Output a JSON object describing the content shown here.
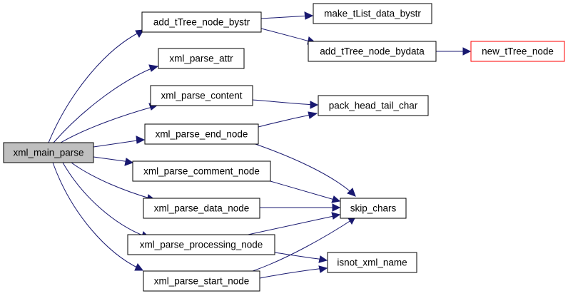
{
  "diagram": {
    "colors": {
      "edge": "#191970",
      "root_fill": "#bfbfbf",
      "node_border": "#000000",
      "external_border": "#ff0000"
    },
    "nodes": {
      "xml_main_parse": "xml_main_parse",
      "add_tTree_node_bystr": "add_tTree_node_bystr",
      "make_tList_data_bystr": "make_tList_data_bystr",
      "add_tTree_node_bydata": "add_tTree_node_bydata",
      "new_tTree_node": "new_tTree_node",
      "xml_parse_attr": "xml_parse_attr",
      "xml_parse_content": "xml_parse_content",
      "pack_head_tail_char": "pack_head_tail_char",
      "xml_parse_end_node": "xml_parse_end_node",
      "xml_parse_comment_node": "xml_parse_comment_node",
      "xml_parse_data_node": "xml_parse_data_node",
      "skip_chars": "skip_chars",
      "xml_parse_processing_node": "xml_parse_processing_node",
      "isnot_xml_name": "isnot_xml_name",
      "xml_parse_start_node": "xml_parse_start_node"
    },
    "edges": [
      [
        "xml_main_parse",
        "add_tTree_node_bystr"
      ],
      [
        "xml_main_parse",
        "xml_parse_attr"
      ],
      [
        "xml_main_parse",
        "xml_parse_content"
      ],
      [
        "xml_main_parse",
        "xml_parse_end_node"
      ],
      [
        "xml_main_parse",
        "xml_parse_comment_node"
      ],
      [
        "xml_main_parse",
        "xml_parse_data_node"
      ],
      [
        "xml_main_parse",
        "xml_parse_processing_node"
      ],
      [
        "xml_main_parse",
        "xml_parse_start_node"
      ],
      [
        "add_tTree_node_bystr",
        "make_tList_data_bystr"
      ],
      [
        "add_tTree_node_bystr",
        "add_tTree_node_bydata"
      ],
      [
        "add_tTree_node_bydata",
        "new_tTree_node"
      ],
      [
        "xml_parse_content",
        "pack_head_tail_char"
      ],
      [
        "xml_parse_end_node",
        "pack_head_tail_char"
      ],
      [
        "xml_parse_end_node",
        "skip_chars"
      ],
      [
        "xml_parse_comment_node",
        "skip_chars"
      ],
      [
        "xml_parse_data_node",
        "skip_chars"
      ],
      [
        "xml_parse_processing_node",
        "skip_chars"
      ],
      [
        "xml_parse_processing_node",
        "isnot_xml_name"
      ],
      [
        "xml_parse_start_node",
        "skip_chars"
      ],
      [
        "xml_parse_start_node",
        "isnot_xml_name"
      ]
    ]
  }
}
